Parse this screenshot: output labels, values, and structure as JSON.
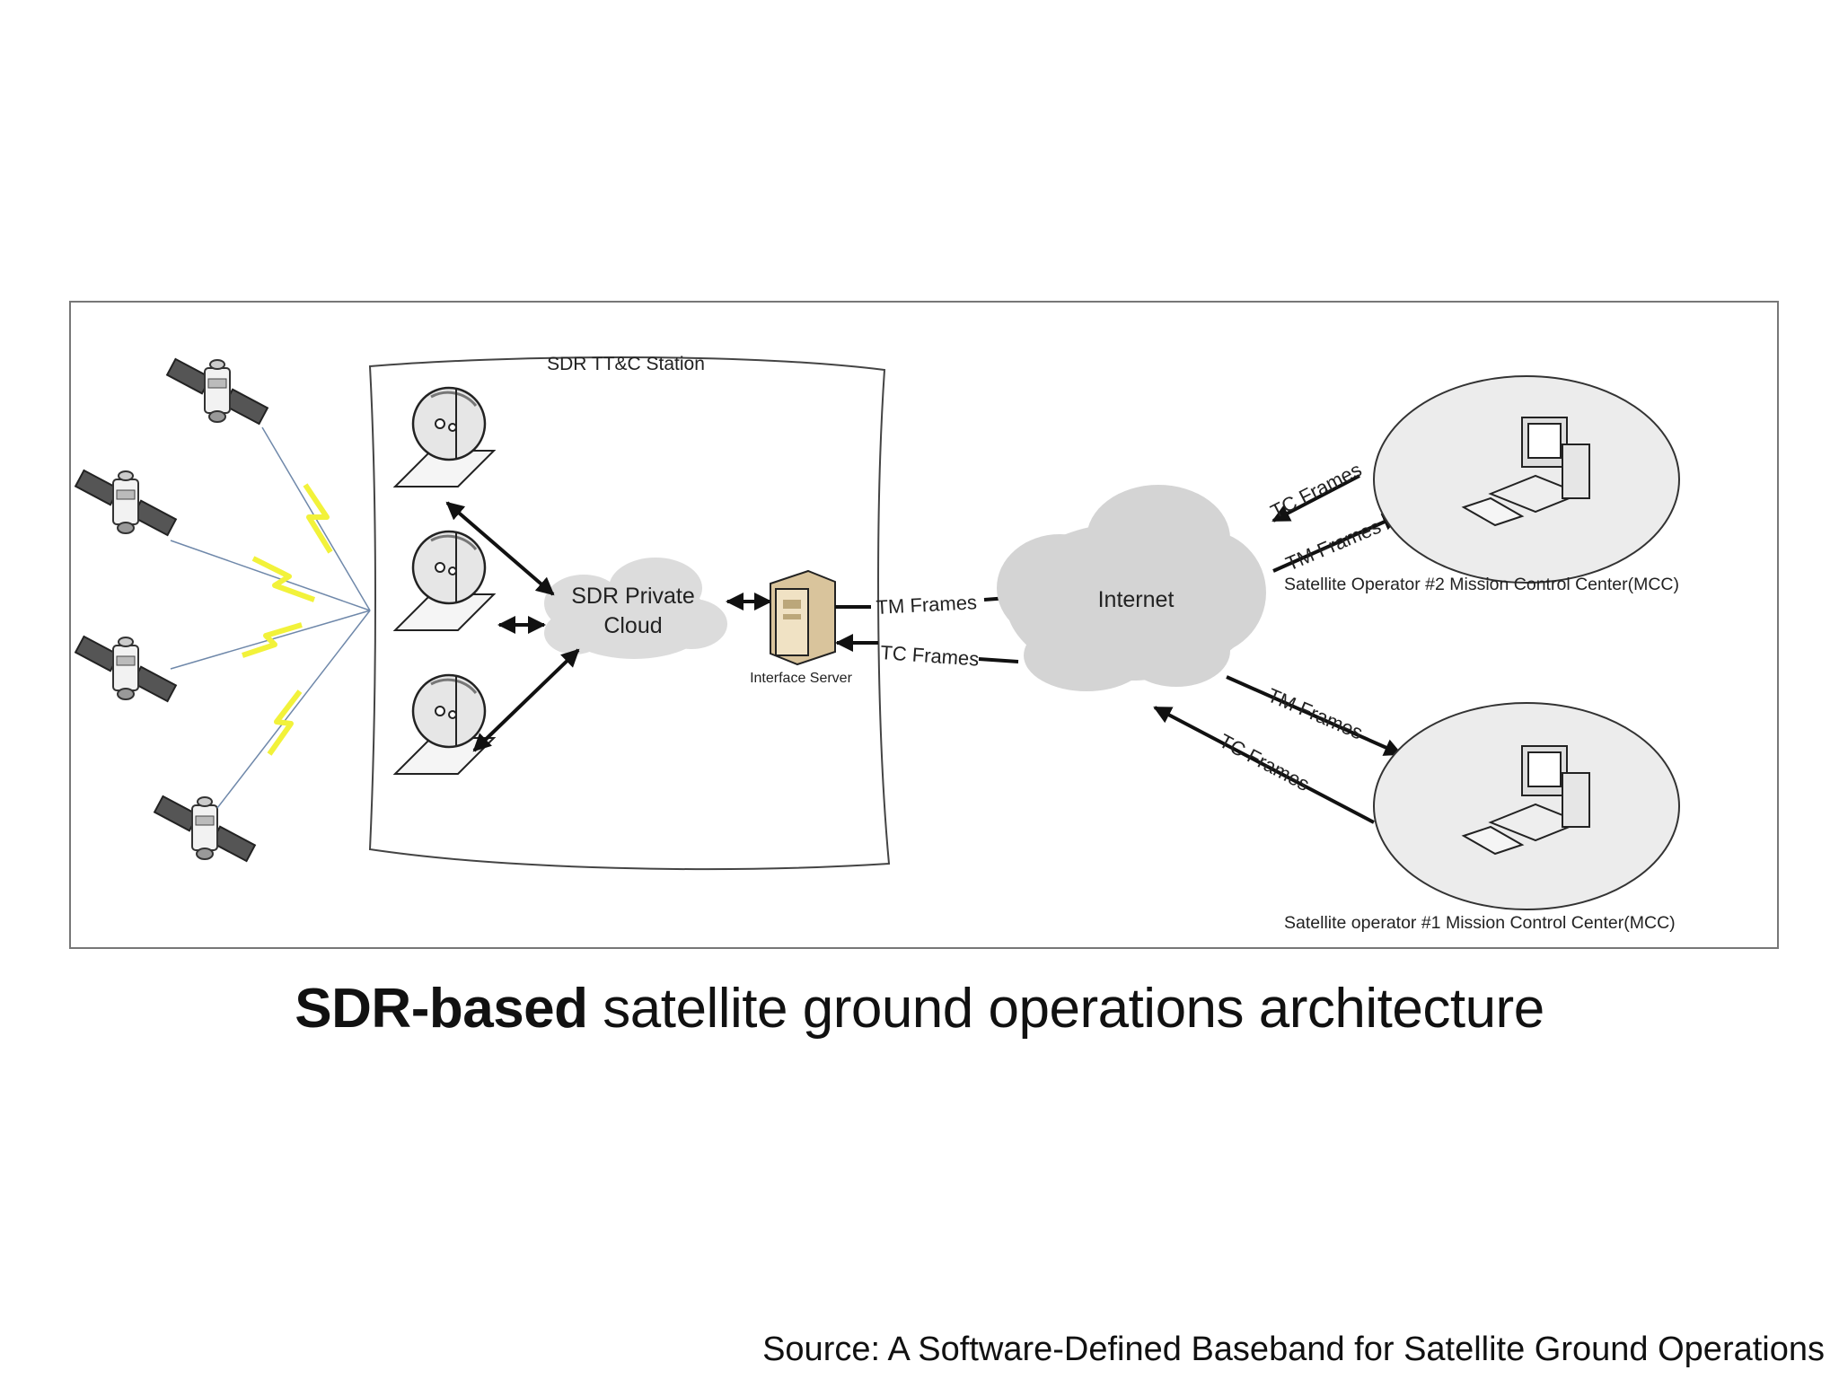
{
  "diagram": {
    "station_title": "SDR TT&C Station",
    "private_cloud_line1": "SDR Private",
    "private_cloud_line2": "Cloud",
    "interface_server": "Interface Server",
    "internet": "Internet",
    "tm_frames": "TM Frames",
    "tc_frames": "TC Frames",
    "mcc2": "Satellite Operator #2 Mission Control Center(MCC)",
    "mcc1": "Satellite operator #1 Mission Control Center(MCC)"
  },
  "caption": {
    "bold": "SDR-based",
    "rest": " satellite ground operations architecture"
  },
  "source": "Source: A Software-Defined Baseband for Satellite Ground Operations",
  "colors": {
    "lightning": "#f2f23a",
    "link_line": "#6f88aa",
    "cloud": "#d9d9d9",
    "mcc_ellipse": "#ebebeb",
    "server": "#e8d5b0"
  }
}
